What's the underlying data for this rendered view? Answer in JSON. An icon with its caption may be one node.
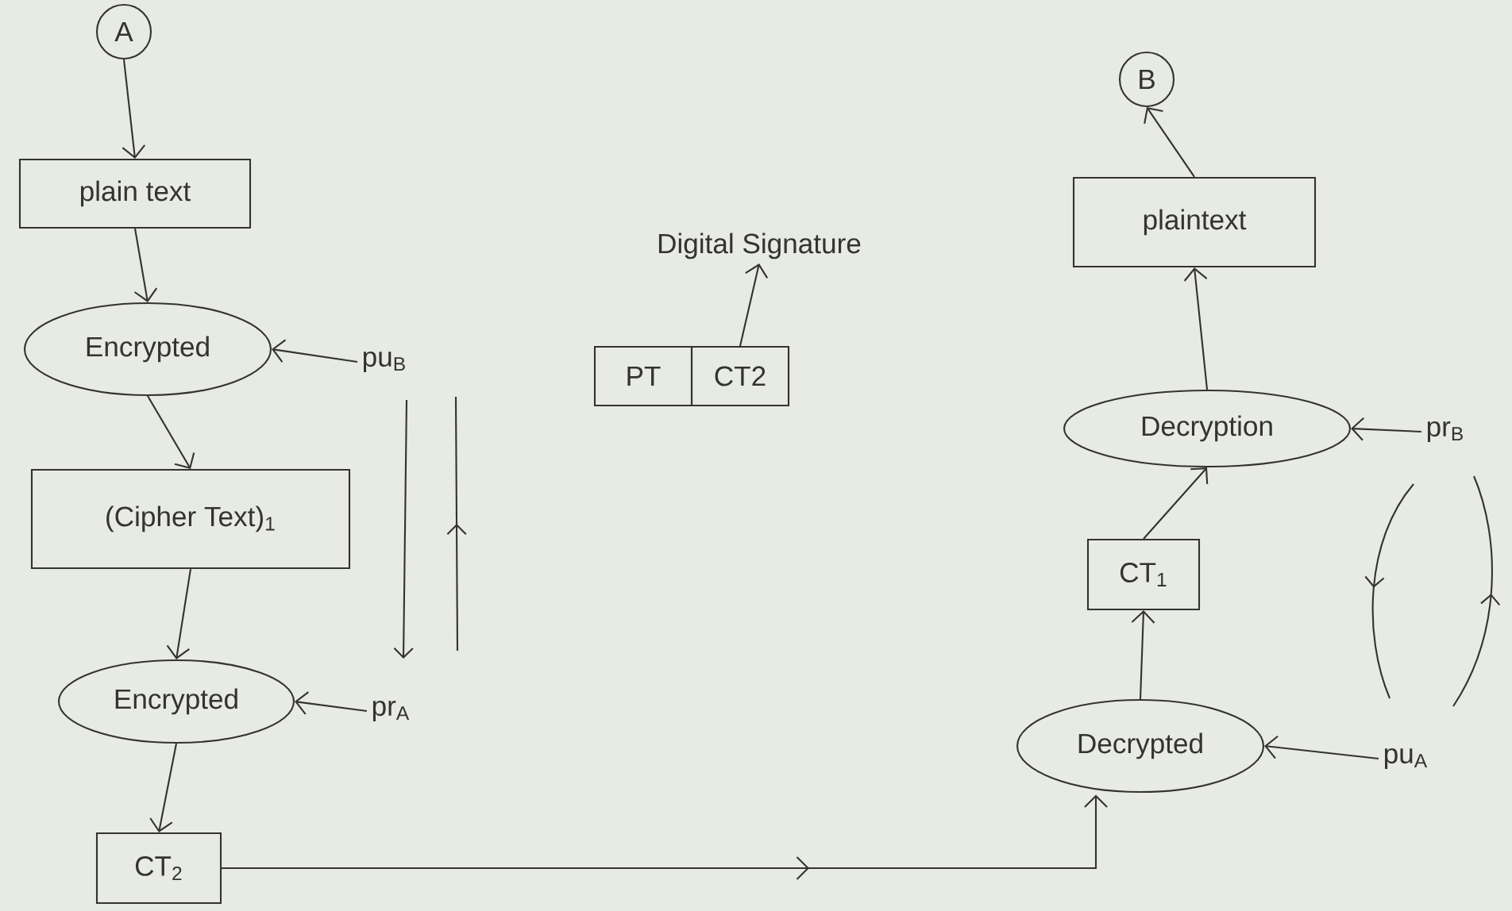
{
  "diagram": {
    "nodes": [
      {
        "text": [
          "A"
        ]
      },
      {
        "text": [
          "plain text"
        ]
      },
      {
        "text": [
          "Encrypted"
        ]
      },
      {
        "text": [
          "pu$_{B}$"
        ]
      },
      {
        "text": [
          "(Cipher Text)$_{1}$"
        ]
      },
      {
        "text": [
          "Encrypted"
        ]
      },
      {
        "text": [
          "pr$_{A}$"
        ]
      },
      {
        "text": [
          "CT$_{2}$"
        ]
      },
      {
        "text": [
          "B"
        ]
      },
      {
        "text": [
          "plaintext"
        ]
      },
      {
        "text": [
          "Decryption"
        ]
      },
      {
        "text": [
          "pr$_{B}$"
        ]
      },
      {
        "text": [
          "CT$_{1}$"
        ]
      },
      {
        "text": [
          "Decrypted"
        ]
      },
      {
        "text": [
          "pu$_{A}$"
        ]
      },
      {
        "text": [
          "PT"
        ]
      },
      {
        "text": [
          "CT2"
        ]
      },
      {
        "text": [
          "Digital Signature"
        ]
      }
    ],
    "edges": [
      {
        "from": 0,
        "to": 1,
        "arrow": "to"
      },
      {
        "from": 1,
        "to": 2,
        "arrow": "to"
      },
      {
        "from": 3,
        "to": 2,
        "arrow": "to"
      },
      {
        "from": 2,
        "to": 4,
        "arrow": "to"
      },
      {
        "from": 4,
        "to": 5,
        "arrow": "to"
      },
      {
        "from": 6,
        "to": 5,
        "arrow": "to"
      },
      {
        "from": 5,
        "to": 7,
        "arrow": "to"
      },
      {
        "from": 7,
        "to": 13,
        "arrow": "to"
      },
      {
        "from": 14,
        "to": 13,
        "arrow": "to"
      },
      {
        "from": 13,
        "to": 12,
        "arrow": "to"
      },
      {
        "from": 12,
        "to": 10,
        "arrow": "to"
      },
      {
        "from": 11,
        "to": 10,
        "arrow": "to"
      },
      {
        "from": 10,
        "to": 9,
        "arrow": "to"
      },
      {
        "from": 9,
        "to": 8,
        "arrow": "to"
      },
      {
        "from": 16,
        "to": 17,
        "arrow": "to"
      }
    ]
  }
}
